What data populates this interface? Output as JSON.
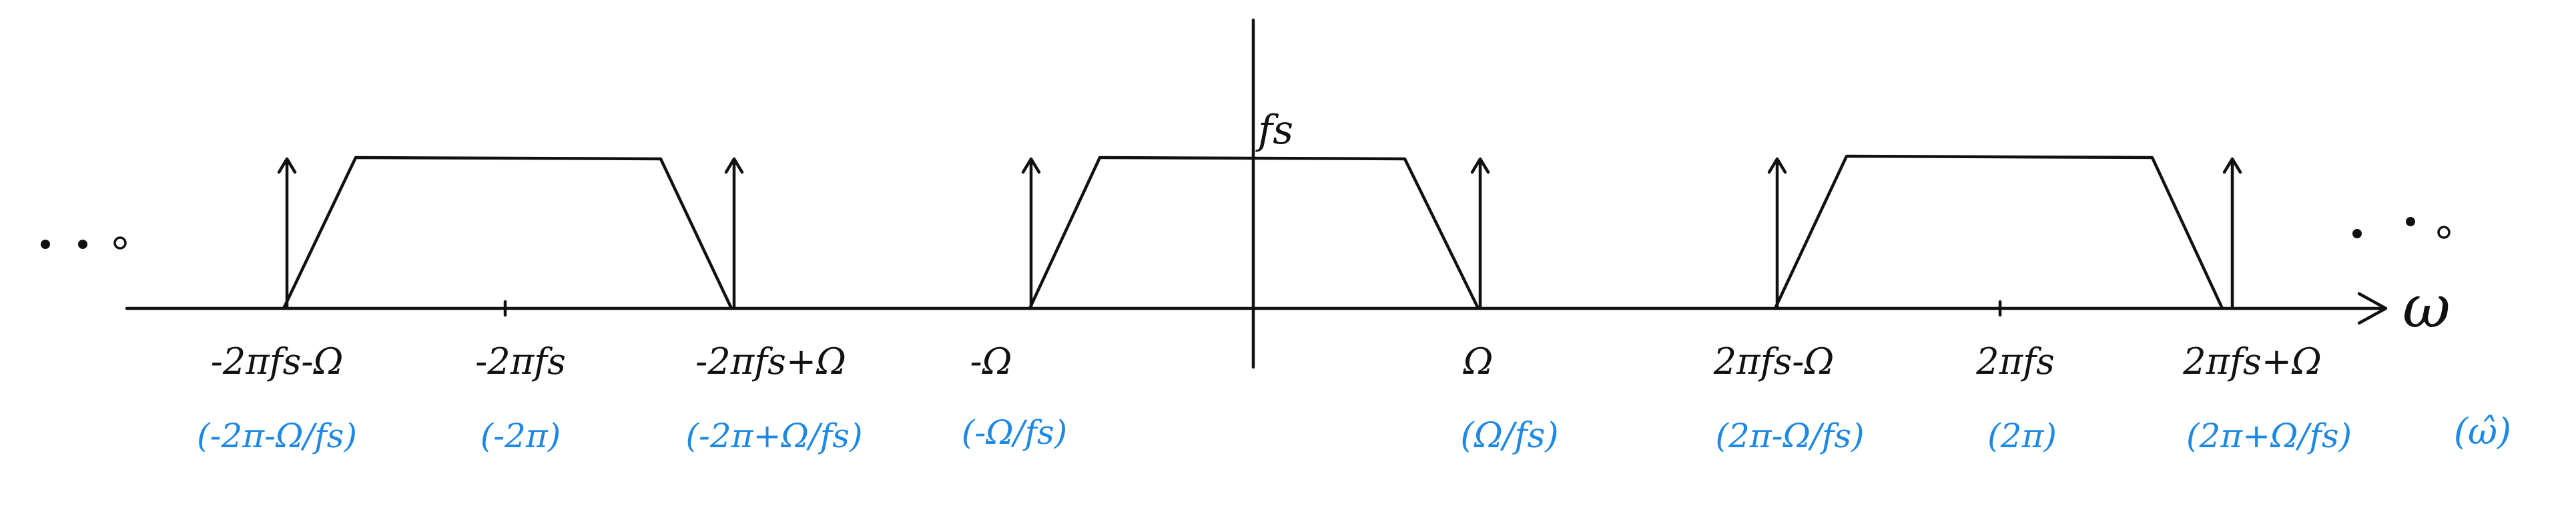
{
  "colors": {
    "ink": "#111111",
    "annotation": "#1e88e5",
    "background": "#ffffff"
  },
  "axis": {
    "omega_label": "ω",
    "peak_label": "fs"
  },
  "ellipsis": {
    "left": "• • •",
    "right": "• • •"
  },
  "labels_black": [
    "-2πfs-Ω",
    "-2πfs",
    "-2πfs+Ω",
    "-Ω",
    "Ω",
    "2πfs-Ω",
    "2πfs",
    "2πfs+Ω"
  ],
  "labels_blue": [
    "(-2π-Ω/fs)",
    "(-2π)",
    "(-2π+Ω/fs)",
    "(-Ω/fs)",
    "(Ω/fs)",
    "(2π-Ω/fs)",
    "(2π)",
    "(2π+Ω/fs)",
    "(ω̂)"
  ]
}
